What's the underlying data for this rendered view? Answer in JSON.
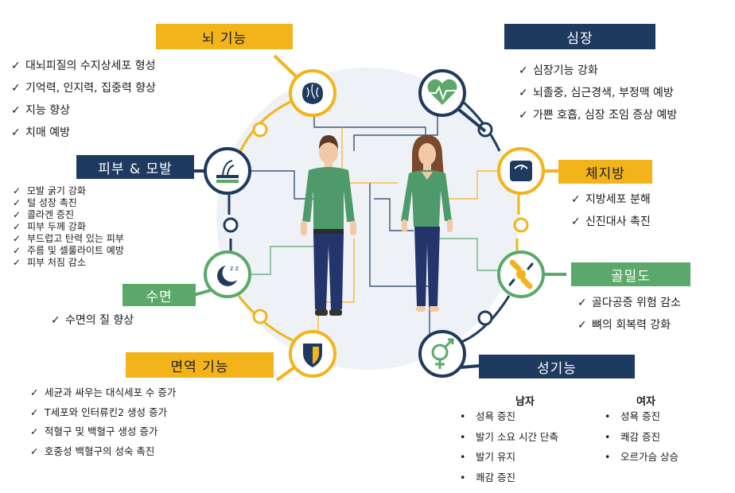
{
  "colors": {
    "navy": "#1f3a5f",
    "yellow": "#f3b41b",
    "green": "#5aa96a",
    "bg_circle": "#eef2f6",
    "shirt": "#4f9a6a",
    "pants": "#24356b",
    "skin": "#f2c9a6",
    "hair_male": "#5a3a22",
    "hair_female": "#7a4a2a"
  },
  "brain": {
    "header": "뇌 기능",
    "icon": "brain-icon",
    "items": [
      "대뇌피질의 수지상세포 형성",
      "기억력, 인지력, 집중력 향상",
      "지능 향상",
      "치매 예방"
    ]
  },
  "heart": {
    "header": "심장",
    "icon": "heart-pulse-icon",
    "items": [
      "심장기능 강화",
      "뇌졸중, 심근경색, 부정맥 예방",
      "가쁜 호흡, 심장 조임 증상 예방"
    ]
  },
  "skin": {
    "header": "피부 & 모발",
    "icon": "skin-hair-icon",
    "items": [
      "모발 굵기 강화",
      "털 성장 촉진",
      "콜라겐 증진",
      "피부 두께 강화",
      "부드럽고 탄력 있는 피부",
      "주름 및 셀룰라이트 예방",
      "피부 처짐 감소"
    ]
  },
  "fat": {
    "header": "체지방",
    "icon": "scale-icon",
    "items": [
      "지방세포 분해",
      "신진대사 촉진"
    ]
  },
  "sleep": {
    "header": "수면",
    "icon": "moon-sleep-icon",
    "items": [
      "수면의 질 향상"
    ]
  },
  "bone": {
    "header": "골밀도",
    "icon": "bone-joint-icon",
    "items": [
      "골다공증 위험 감소",
      "뼈의 회복력 강화"
    ]
  },
  "immune": {
    "header": "면역 기능",
    "icon": "shield-icon",
    "items": [
      "세균과 싸우는 대식세포 수 증가",
      "T세포와 인터류킨2 생성 증가",
      "적혈구 및 백혈구 생성 증가",
      "호중성 백혈구의 성숙 촉진"
    ]
  },
  "sexual": {
    "header": "성기능",
    "icon": "gender-icon",
    "male": {
      "title": "남자",
      "items": [
        "성욕 증진",
        "발기 소요 시간 단축",
        "발기 유지",
        "쾌감 증진"
      ]
    },
    "female": {
      "title": "여자",
      "items": [
        "성욕 증진",
        "쾌감 증진",
        "오르가슴 상승"
      ]
    }
  },
  "check_mark": "✓",
  "bullet_mark": "•"
}
